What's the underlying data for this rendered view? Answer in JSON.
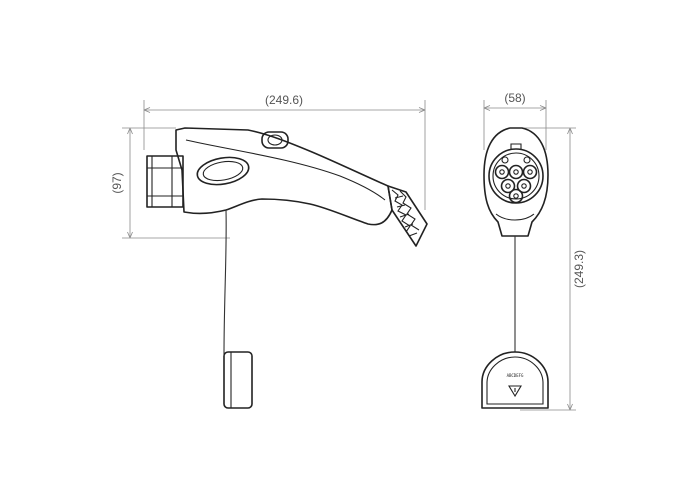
{
  "dimensions": {
    "side_length": "(249.6)",
    "side_height": "(97)",
    "front_width": "(58)",
    "front_height": "(249.3)"
  },
  "holder": {
    "brand_text": "ABCDEFG"
  }
}
